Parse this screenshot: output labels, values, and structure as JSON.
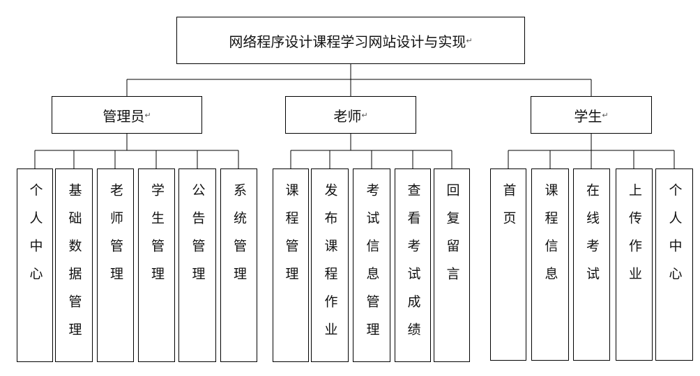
{
  "diagram": {
    "root": "网络程序设计课程学习网站设计与实现",
    "paragraph_mark": "↵",
    "groups": [
      {
        "label": "管理员",
        "children": [
          "个人中心",
          "基础数据管理",
          "老师管理",
          "学生管理",
          "公告管理",
          "系统管理"
        ]
      },
      {
        "label": "老师",
        "children": [
          "课程管理",
          "发布课程作业",
          "考试信息管理",
          "查看考试成绩",
          "回复留言"
        ]
      },
      {
        "label": "学生",
        "children": [
          "首页",
          "课程信息",
          "在线考试",
          "上传作业",
          "个人中心"
        ]
      }
    ]
  }
}
